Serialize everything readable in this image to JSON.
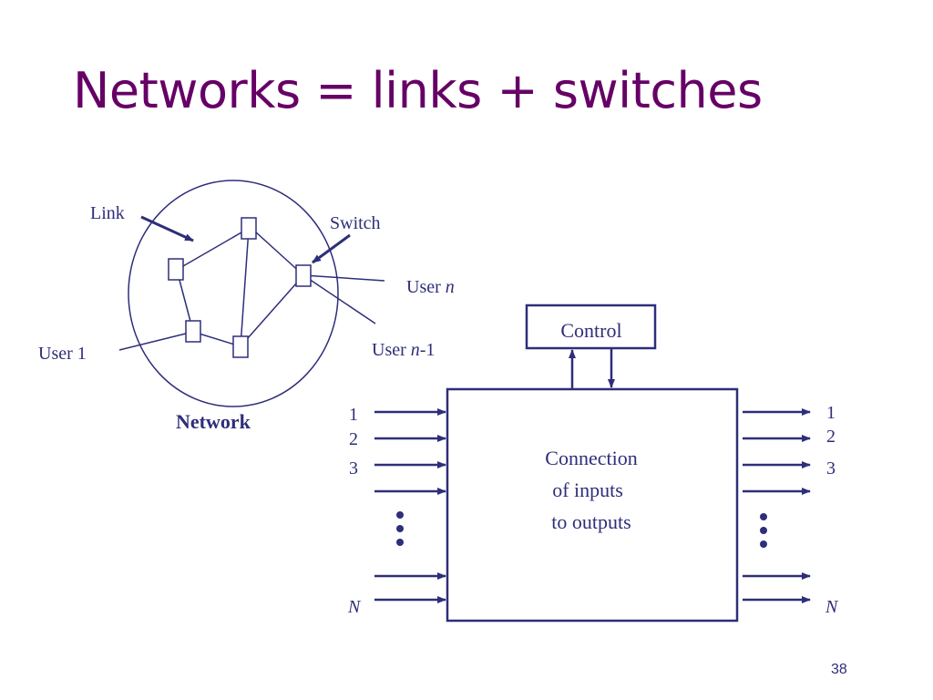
{
  "slide": {
    "title": "Networks = links + switches",
    "page_number": "38"
  },
  "network": {
    "caption": "Network",
    "link_label": "Link",
    "switch_label": "Switch",
    "user_1": "User 1",
    "user_n_prefix": "User ",
    "user_n_var": "n",
    "user_n1_prefix": "User ",
    "user_n1_var": "n",
    "user_n1_suffix": "-1"
  },
  "switch_box": {
    "control_label": "Control",
    "body_line_1": "Connection",
    "body_line_2": "of inputs",
    "body_line_3": "to outputs",
    "inputs": [
      "1",
      "2",
      "3"
    ],
    "outputs": [
      "1",
      "2",
      "3"
    ],
    "input_last": "N",
    "output_last": "N"
  },
  "colors": {
    "title": "#660066",
    "diagram": "#2e2e7a"
  }
}
